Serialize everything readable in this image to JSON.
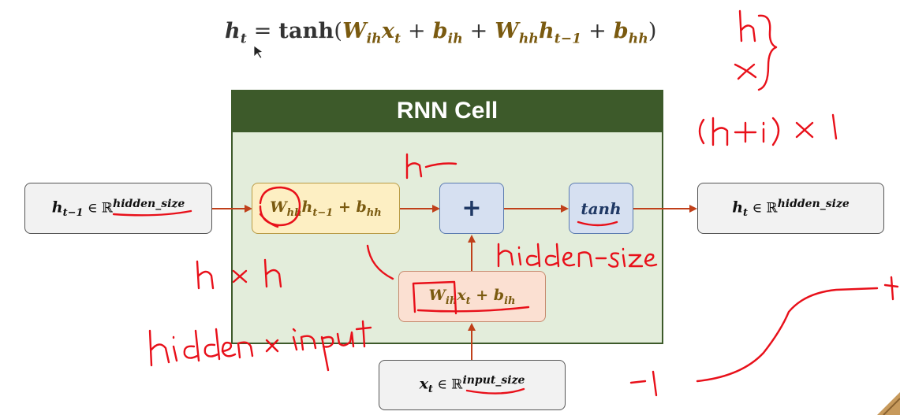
{
  "formula": {
    "lhs": "h",
    "lhs_sub": "t",
    "equals": " = ",
    "fn": "tanh",
    "open": "(",
    "t1_w": "W",
    "t1_w_sub": "ih",
    "t1_x": "x",
    "t1_x_sub": "t",
    "plus1": " + ",
    "t2_b": "b",
    "t2_b_sub": "ih",
    "plus2": " + ",
    "t3_w": "W",
    "t3_w_sub": "hh",
    "t3_h": "h",
    "t3_h_sub": "t−1",
    "plus3": " + ",
    "t4_b": "b",
    "t4_b_sub": "hh",
    "close": ")"
  },
  "cell": {
    "title": "RNN Cell"
  },
  "input_hidden": {
    "var": "h",
    "sub": "t−1",
    "in": " ∈ ℝ",
    "sup": "hidden_size"
  },
  "output_hidden": {
    "var": "h",
    "sub": "t",
    "in": " ∈ ℝ",
    "sup": "hidden_size"
  },
  "input_x": {
    "var": "x",
    "sub": "t",
    "in": " ∈ ℝ",
    "sup": "input_size"
  },
  "whh_box": {
    "w": "W",
    "w_sub": "hh",
    "h": "h",
    "h_sub": "t−1",
    "plus": " + ",
    "b": "b",
    "b_sub": "hh"
  },
  "wih_box": {
    "w": "W",
    "w_sub": "ih",
    "x": "x",
    "x_sub": "t",
    "plus": " + ",
    "b": "b",
    "b_sub": "ih"
  },
  "plus_box": {
    "label": "+"
  },
  "tanh_box": {
    "label": "tanh"
  },
  "colors": {
    "header": "#3d5a2a",
    "cell_bg": "#e3eddb",
    "whh_bg": "#fdefc3",
    "wih_bg": "#fbe0d2",
    "op_bg": "#d6e0f1",
    "arrow": "#c0401a",
    "handwriting": "#e8101a"
  },
  "annotations": [
    "h",
    "x",
    "(h+i) × 1",
    "h—",
    "hidden-size",
    "h × h",
    "hidden × input",
    "+",
    "-1"
  ]
}
